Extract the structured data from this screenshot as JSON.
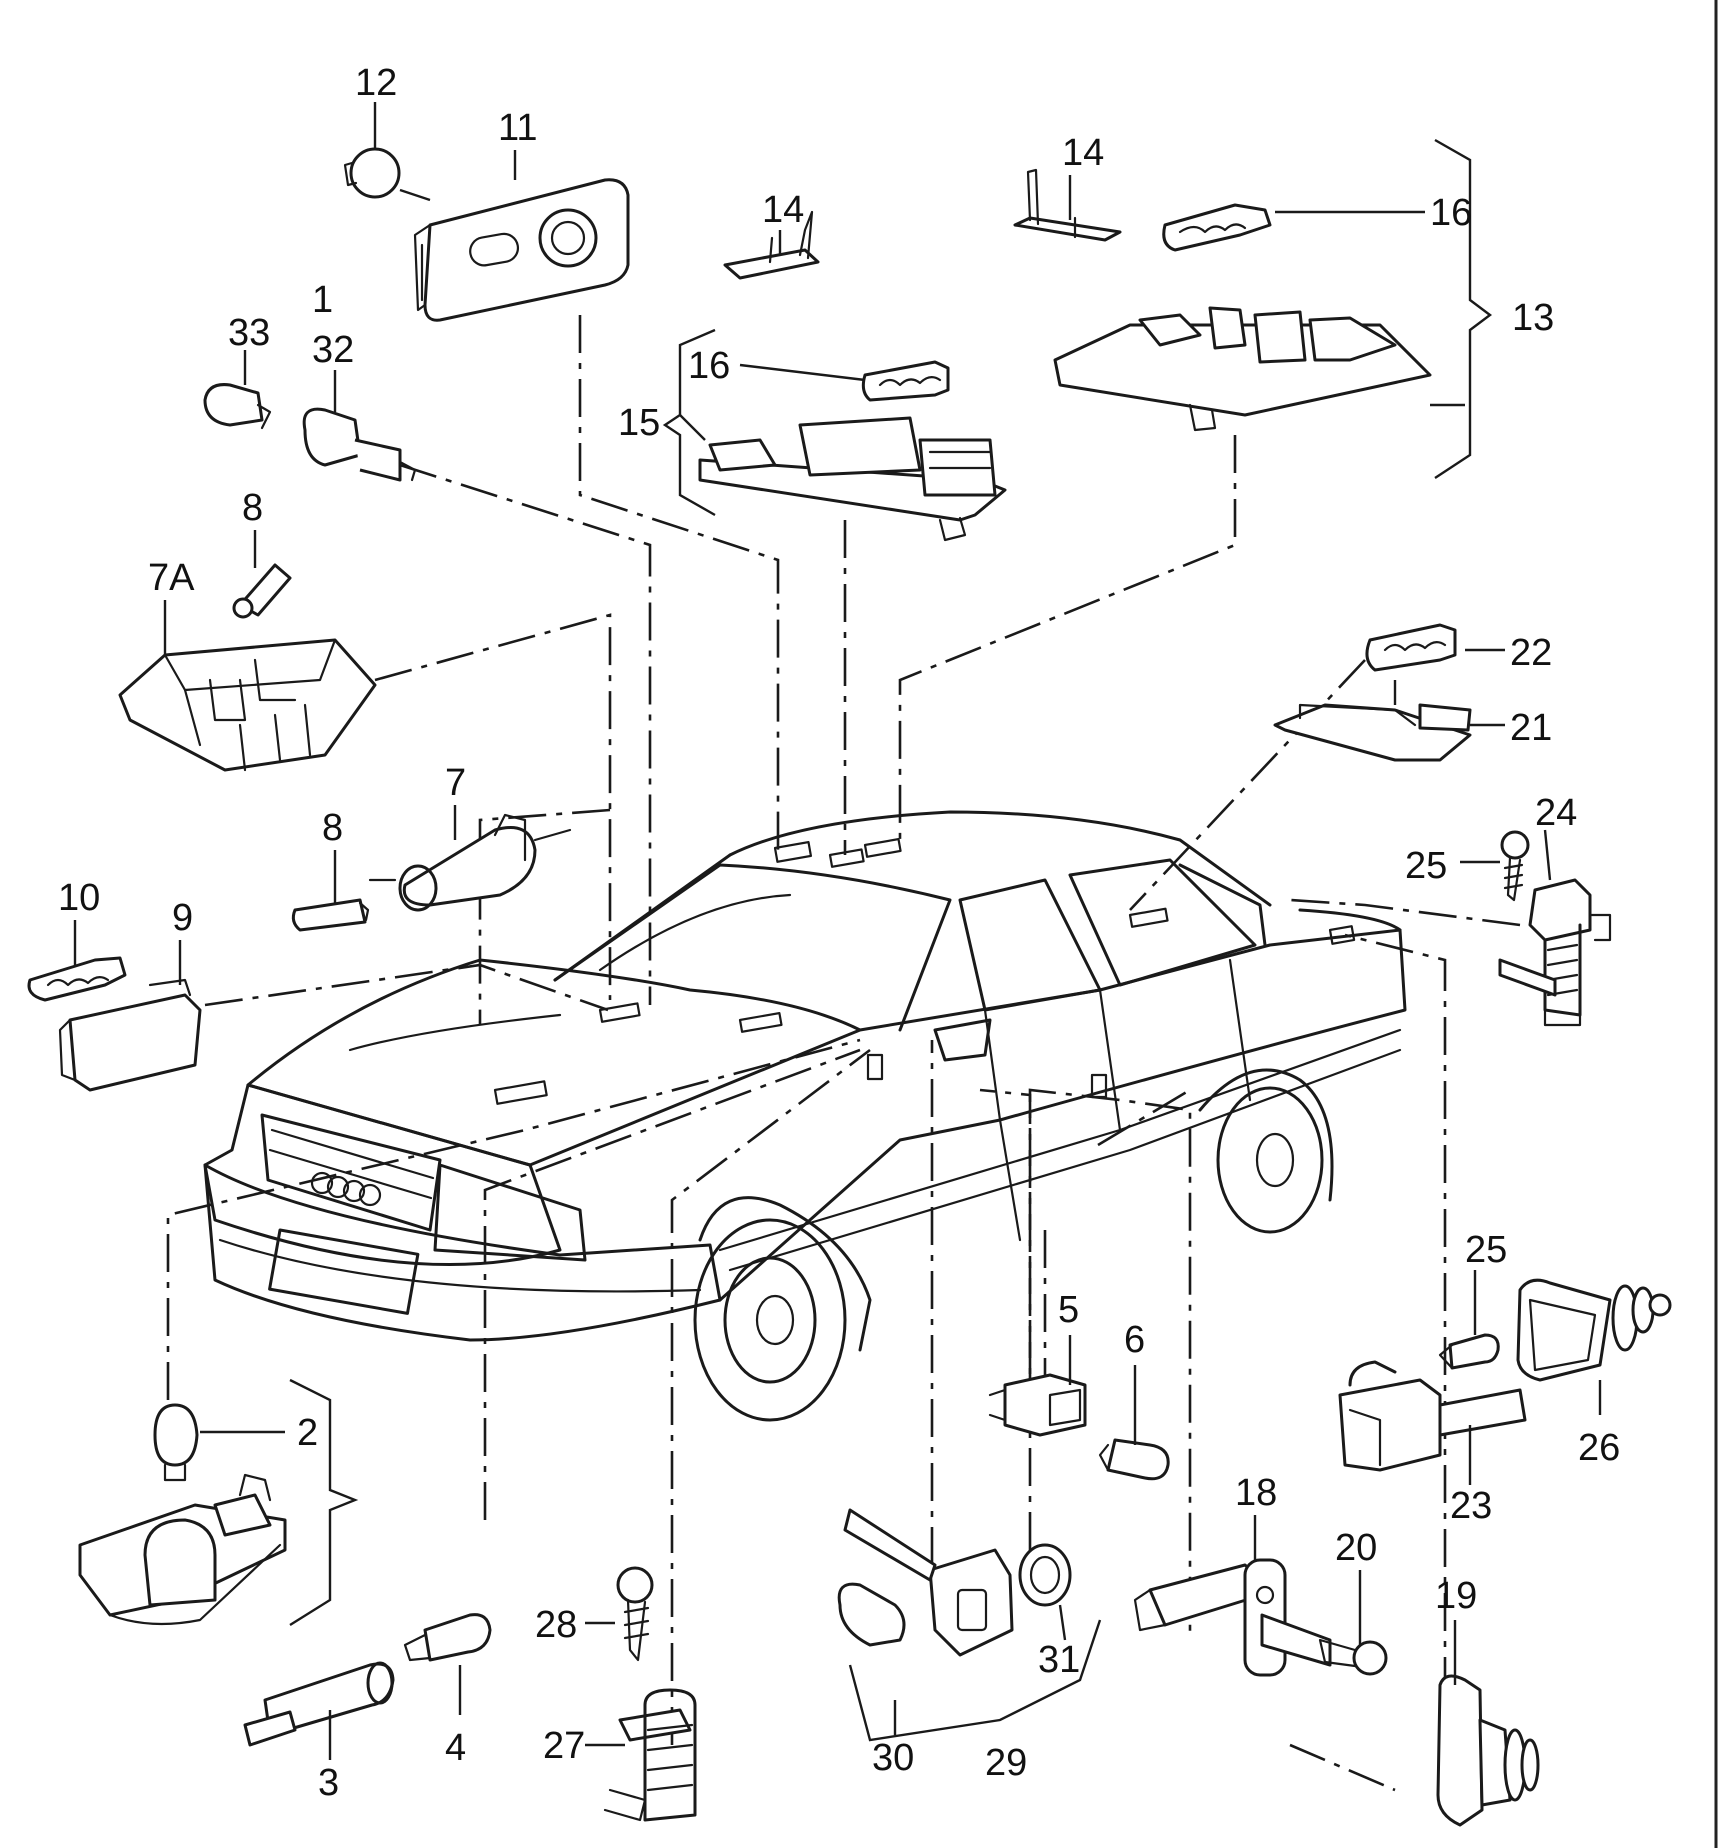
{
  "diagram": {
    "callouts": [
      {
        "id": "c1",
        "text": "1"
      },
      {
        "id": "c2",
        "text": "2"
      },
      {
        "id": "c3",
        "text": "3"
      },
      {
        "id": "c4",
        "text": "4"
      },
      {
        "id": "c5",
        "text": "5"
      },
      {
        "id": "c6",
        "text": "6"
      },
      {
        "id": "c7",
        "text": "7"
      },
      {
        "id": "c7a",
        "text": "7A"
      },
      {
        "id": "c8a",
        "text": "8"
      },
      {
        "id": "c8b",
        "text": "8"
      },
      {
        "id": "c9",
        "text": "9"
      },
      {
        "id": "c10",
        "text": "10"
      },
      {
        "id": "c11",
        "text": "11"
      },
      {
        "id": "c12",
        "text": "12"
      },
      {
        "id": "c13",
        "text": "13"
      },
      {
        "id": "c14a",
        "text": "14"
      },
      {
        "id": "c14b",
        "text": "14"
      },
      {
        "id": "c15",
        "text": "15"
      },
      {
        "id": "c16a",
        "text": "16"
      },
      {
        "id": "c16b",
        "text": "16"
      },
      {
        "id": "c18",
        "text": "18"
      },
      {
        "id": "c19",
        "text": "19"
      },
      {
        "id": "c20",
        "text": "20"
      },
      {
        "id": "c21",
        "text": "21"
      },
      {
        "id": "c22",
        "text": "22"
      },
      {
        "id": "c23",
        "text": "23"
      },
      {
        "id": "c24",
        "text": "24"
      },
      {
        "id": "c25a",
        "text": "25"
      },
      {
        "id": "c25b",
        "text": "25"
      },
      {
        "id": "c26",
        "text": "26"
      },
      {
        "id": "c27",
        "text": "27"
      },
      {
        "id": "c28",
        "text": "28"
      },
      {
        "id": "c29",
        "text": "29"
      },
      {
        "id": "c30",
        "text": "30"
      },
      {
        "id": "c31",
        "text": "31"
      },
      {
        "id": "c32",
        "text": "32"
      },
      {
        "id": "c33",
        "text": "33"
      }
    ]
  }
}
